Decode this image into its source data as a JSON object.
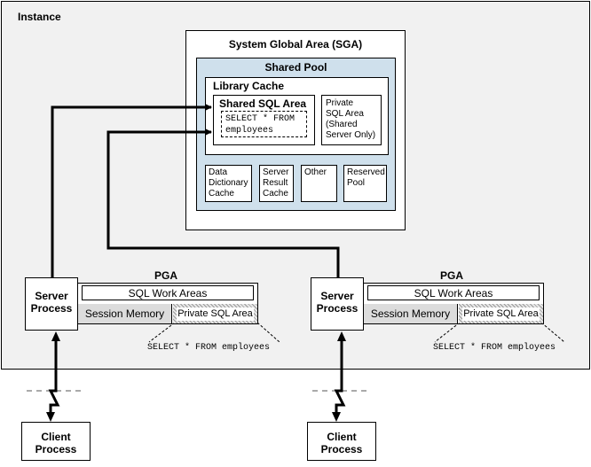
{
  "instance": {
    "label": "Instance"
  },
  "sga": {
    "label": "System Global Area (SGA)",
    "shared_pool": {
      "label": "Shared Pool",
      "library_cache": {
        "label": "Library Cache",
        "shared_sql_area": {
          "label": "Shared SQL Area",
          "sql": "SELECT * FROM\n   employees"
        },
        "private_sql_area": {
          "label": "Private\nSQL Area\n(Shared\nServer Only)"
        }
      },
      "components": [
        {
          "label": "Data\nDictionary\nCache"
        },
        {
          "label": "Server\nResult\nCache"
        },
        {
          "label": "Other"
        },
        {
          "label": "Reserved\nPool"
        }
      ]
    }
  },
  "left_process": {
    "server_label": "Server\nProcess",
    "pga_label": "PGA",
    "sql_work_areas": "SQL Work Areas",
    "session_memory": "Session Memory",
    "private_sql_area": "Private SQL Area",
    "sql_text": "SELECT * FROM employees",
    "client_label": "Client\nProcess"
  },
  "right_process": {
    "server_label": "Server\nProcess",
    "pga_label": "PGA",
    "sql_work_areas": "SQL Work Areas",
    "session_memory": "Session Memory",
    "private_sql_area": "Private SQL Area",
    "sql_text": "SELECT * FROM employees",
    "client_label": "Client\nProcess"
  },
  "colors": {
    "instance_bg": "#f1f1f1",
    "shared_pool_bg": "#cfe0ec",
    "session_memory_bg": "#dcdcdc",
    "hatch": "#9a9a9a"
  }
}
